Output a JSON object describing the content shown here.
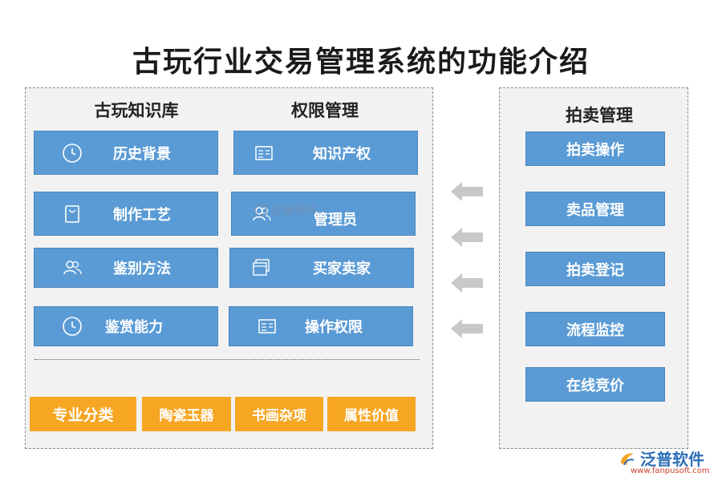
{
  "title": "古玩行业交易管理系统的功能介绍",
  "left_panel": {
    "col1_title": "古玩知识库",
    "col2_title": "权限管理",
    "col1_items": [
      {
        "label": "历史背景",
        "icon": "clock-icon"
      },
      {
        "label": "制作工艺",
        "icon": "document-icon"
      },
      {
        "label": "鉴别方法",
        "icon": "users-icon"
      },
      {
        "label": "鉴赏能力",
        "icon": "clock-icon"
      }
    ],
    "col2_items": [
      {
        "label": "知识产权",
        "icon": "list-icon"
      },
      {
        "label": "管理员",
        "icon": "users-icon"
      },
      {
        "label": "买家卖家",
        "icon": "windows-icon"
      },
      {
        "label": "操作权限",
        "icon": "list-icon"
      }
    ],
    "categories": [
      "专业分类",
      "陶瓷玉器",
      "书画杂项",
      "属性价值"
    ]
  },
  "right_panel": {
    "title": "拍卖管理",
    "items": [
      "拍卖操作",
      "卖品管理",
      "拍卖登记",
      "流程监控",
      "在线竞价"
    ]
  },
  "watermark": "泛普软件",
  "logo": {
    "text": "泛普软件",
    "url": "www.fanpusoft.com"
  },
  "colors": {
    "blue": "#5a9bd5",
    "orange": "#f6a623",
    "panel": "#f2f2f2",
    "arrow": "#c8c8c8"
  }
}
